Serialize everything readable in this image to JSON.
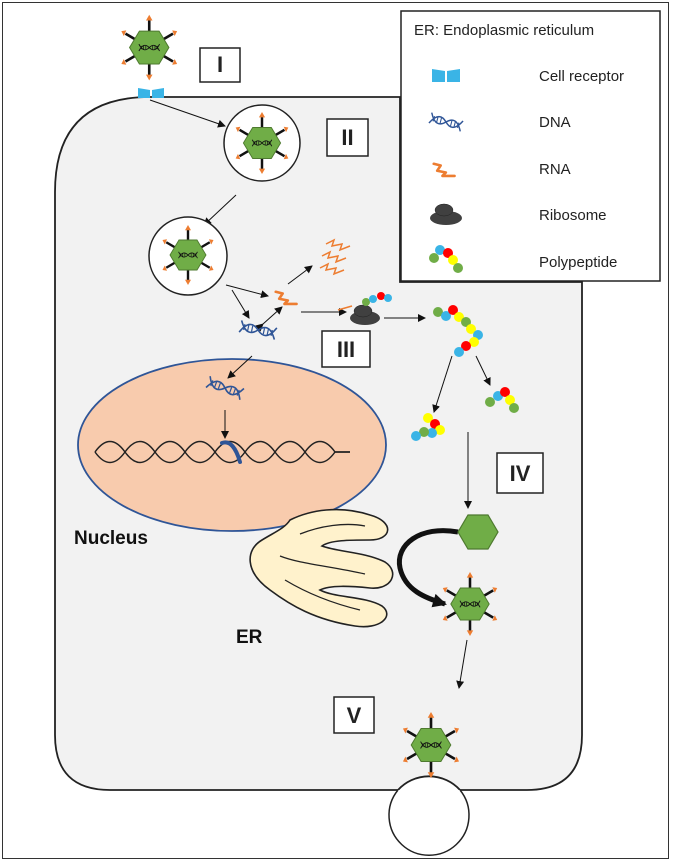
{
  "legend": {
    "title": "ER: Endoplasmic reticulum",
    "items": [
      {
        "label": "Cell receptor",
        "icon": "cell-receptor-icon"
      },
      {
        "label": "DNA",
        "icon": "dna-icon"
      },
      {
        "label": "RNA",
        "icon": "rna-icon"
      },
      {
        "label": "Ribosome",
        "icon": "ribosome-icon"
      },
      {
        "label": "Polypeptide",
        "icon": "polypeptide-icon"
      }
    ]
  },
  "stages": [
    "I",
    "II",
    "III",
    "IV",
    "V"
  ],
  "labels": {
    "nucleus": "Nucleus",
    "er": "ER"
  },
  "colors": {
    "capsid": "#70AD47",
    "capsid_stroke": "#4E7A2F",
    "spike": "#ED7D31",
    "receptor": "#3AB4E6",
    "dna": "#2F5597",
    "rna": "#ED7D31",
    "ribosome": "#404040",
    "nucleus_fill": "#F8CBAD",
    "nucleus_stroke": "#2F5597",
    "er_fill": "#FFF2CC",
    "cell_fill": "#F2F2F2",
    "polypeptide": [
      "#3AB4E6",
      "#FF0000",
      "#FFFF00",
      "#70AD47"
    ]
  }
}
